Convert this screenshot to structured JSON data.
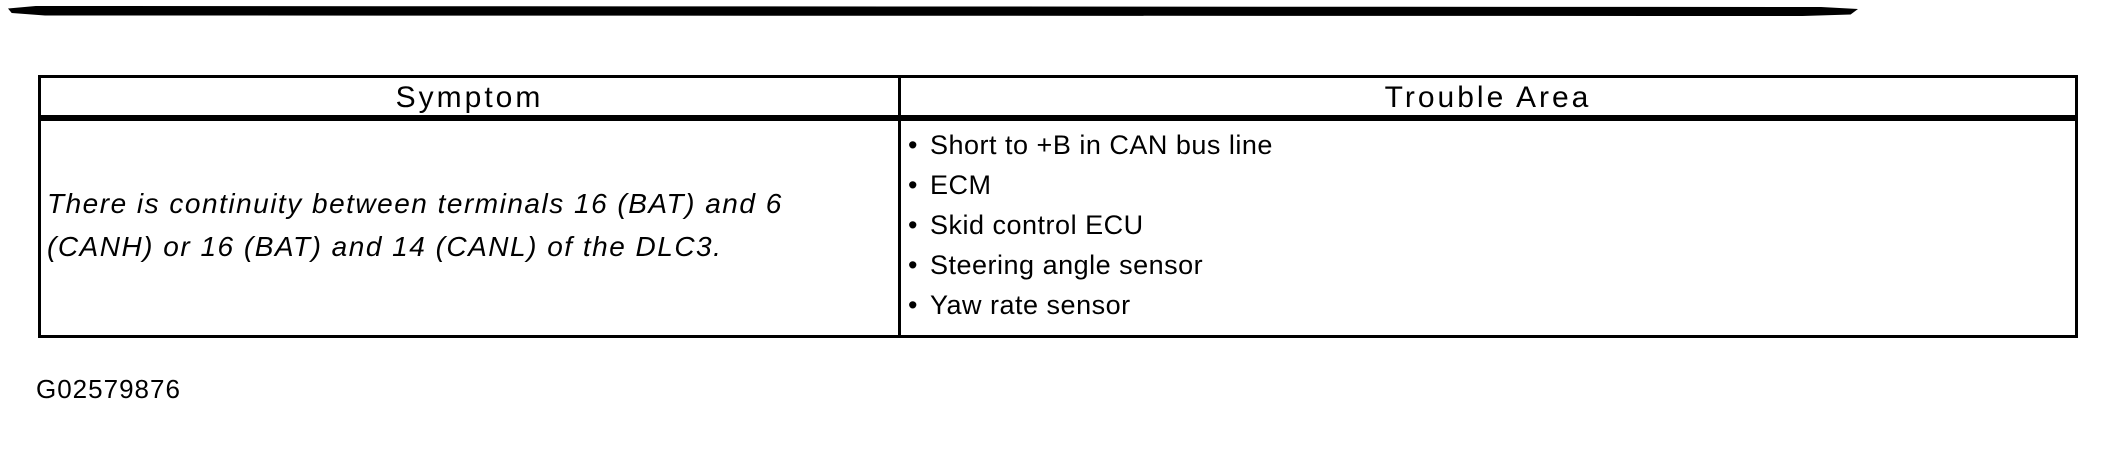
{
  "colors": {
    "ink": "#000000",
    "paper": "#ffffff"
  },
  "table": {
    "columns": [
      "Symptom",
      "Trouble Area"
    ],
    "row": {
      "symptom_lines": [
        "There is continuity between terminals 16 (BAT) and 6",
        "(CANH) or 16 (BAT) and 14 (CANL) of the DLC3."
      ],
      "trouble_areas": [
        "Short to +B in CAN bus line",
        "ECM",
        "Skid control ECU",
        "Steering angle sensor",
        "Yaw rate sensor"
      ]
    }
  },
  "figure_id": "G02579876"
}
